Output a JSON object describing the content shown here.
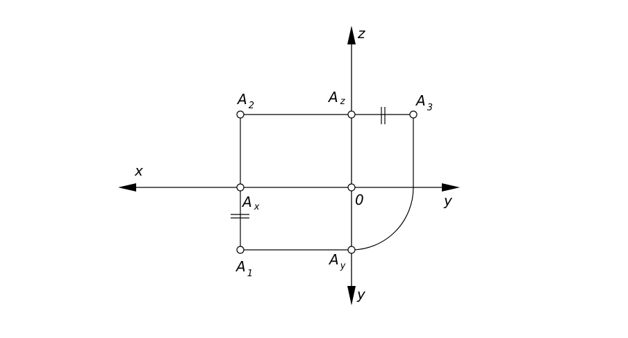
{
  "axes": {
    "x_label": "x",
    "y_label_horizontal": "y",
    "y_label_vertical": "y",
    "z_label": "z",
    "origin_label": "0"
  },
  "points": {
    "A1": {
      "base": "A",
      "sub": "1"
    },
    "A2": {
      "base": "A",
      "sub": "2"
    },
    "A3": {
      "base": "A",
      "sub": "3"
    },
    "Ax": {
      "base": "A",
      "sub": "x"
    },
    "Ay": {
      "base": "A",
      "sub": "y"
    },
    "Az": {
      "base": "A",
      "sub": "z"
    }
  }
}
